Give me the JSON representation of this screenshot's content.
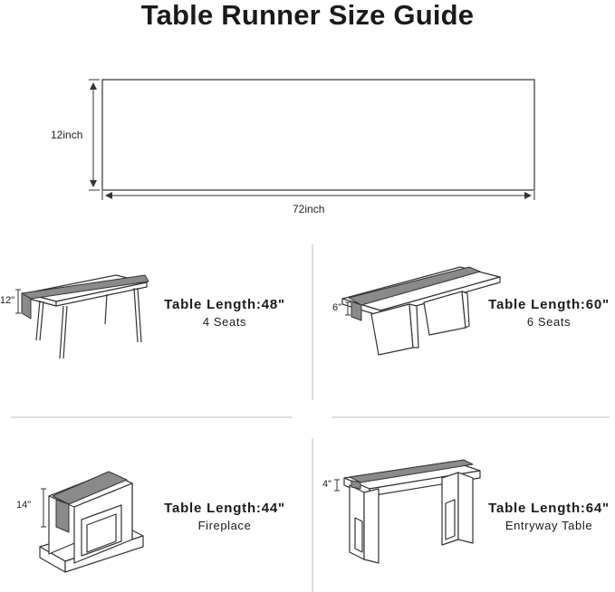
{
  "title": "Table Runner Size Guide",
  "runner": {
    "width_label": "12inch",
    "length_label": "72inch"
  },
  "panels": [
    {
      "drop_label": "12\"",
      "length_label": "Table Length:48\"",
      "sub_label": "4 Seats",
      "icon": "console-table-icon"
    },
    {
      "drop_label": "6\"",
      "length_label": "Table Length:60\"",
      "sub_label": "6 Seats",
      "icon": "pedestal-table-icon"
    },
    {
      "drop_label": "14\"",
      "length_label": "Table Length:44\"",
      "sub_label": "Fireplace",
      "icon": "fireplace-icon"
    },
    {
      "drop_label": "4\"",
      "length_label": "Table Length:64\"",
      "sub_label": "Entryway Table",
      "icon": "entryway-table-icon"
    }
  ],
  "colors": {
    "runner": "#8a8a8a",
    "line": "#333333",
    "divider": "#bdbdbd"
  }
}
